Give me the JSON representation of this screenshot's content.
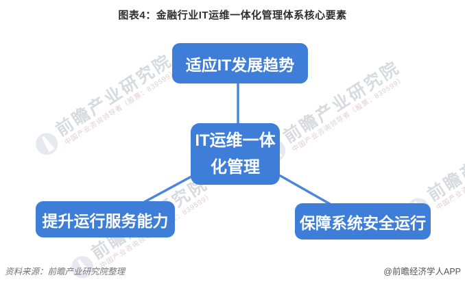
{
  "title": "图表4：金融行业IT运维一体化管理体系核心要素",
  "diagram": {
    "type": "hub-and-spoke",
    "center_label": "IT运维一体化管理",
    "center_lines": [
      "IT运维一体",
      "化管理"
    ],
    "nodes": {
      "top": "适应IT发展趋势",
      "bottom_left": "提升运行服务能力",
      "bottom_right": "保障系统安全运行"
    }
  },
  "watermark": {
    "brand": "前瞻产业研究院",
    "tagline": "中国产业咨询领导者（股票：839599）"
  },
  "footer": {
    "source": "资料来源：前瞻产业研究院整理",
    "credit": "@前瞻经济学人APP"
  },
  "colors": {
    "node_blue": "#3e7ed9",
    "connector_blue": "#4c86dc",
    "title_text": "#2f2f2f",
    "source_gray": "#767676",
    "credit_gray": "#555555",
    "watermark_gray": "#b7bbc5"
  }
}
